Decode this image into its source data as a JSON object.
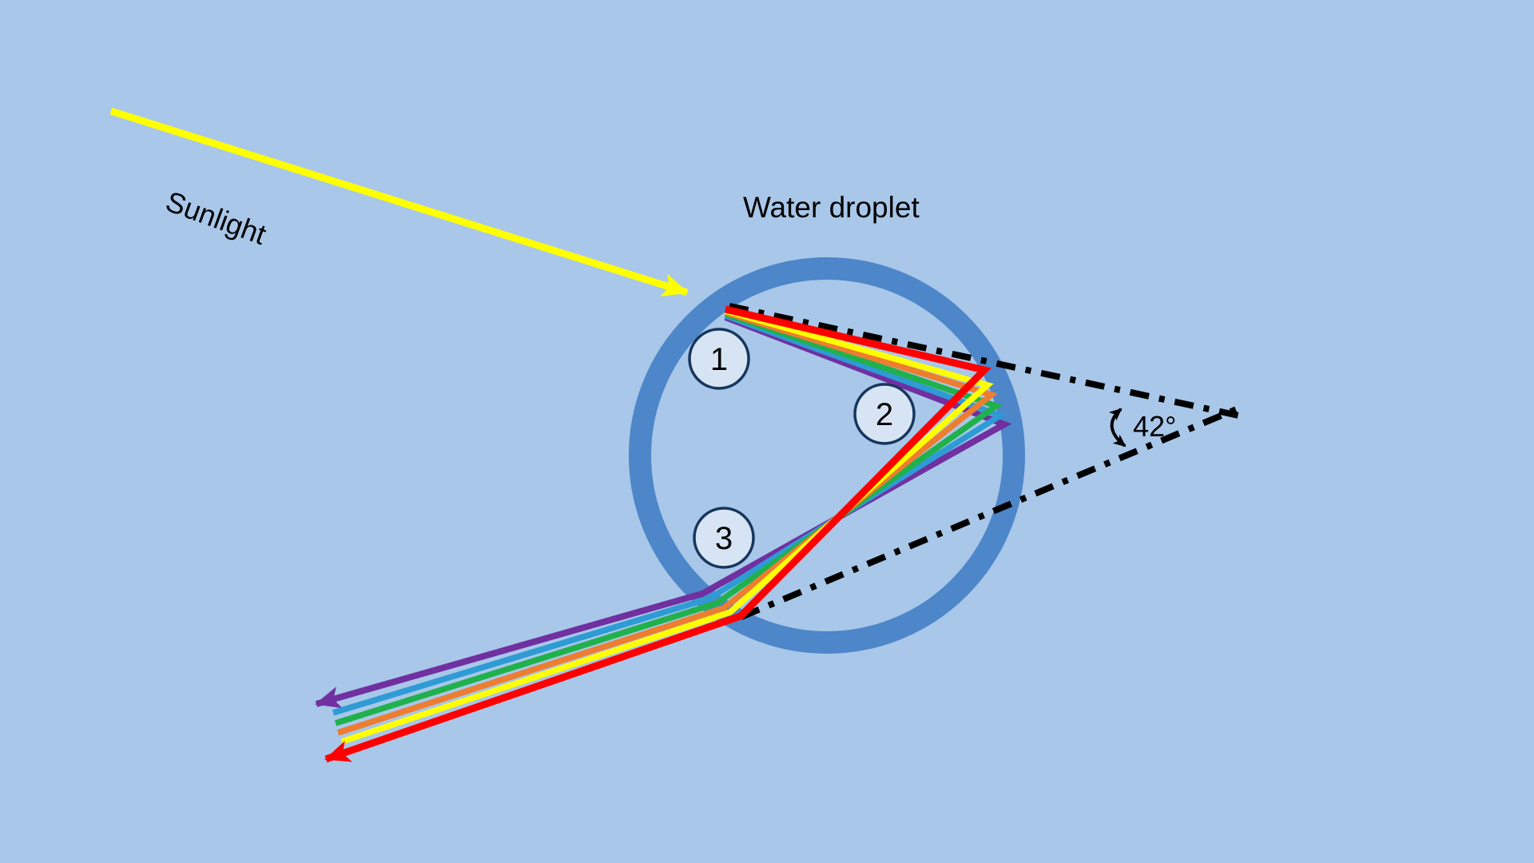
{
  "title": "Water droplet",
  "sunlight": {
    "label": "Sunlight"
  },
  "angle": {
    "label": "42°"
  },
  "points": [
    {
      "label": "1"
    },
    {
      "label": "2"
    },
    {
      "label": "3"
    }
  ],
  "colors": {
    "background": "#a8c7e9",
    "droplet_ring": "#4d86c9",
    "annotation": "#000000",
    "text": "#000000",
    "number_circle_fill": "#d7e4f4",
    "number_circle_stroke": "#17365d",
    "sunlight_ray": "#ffff00",
    "spectrum": {
      "red": "#ff0000",
      "orange": "#ed7d31",
      "yellow": "#ffff00",
      "green": "#21b14c",
      "blue": "#2e9bd5",
      "purple": "#7030a0"
    }
  }
}
